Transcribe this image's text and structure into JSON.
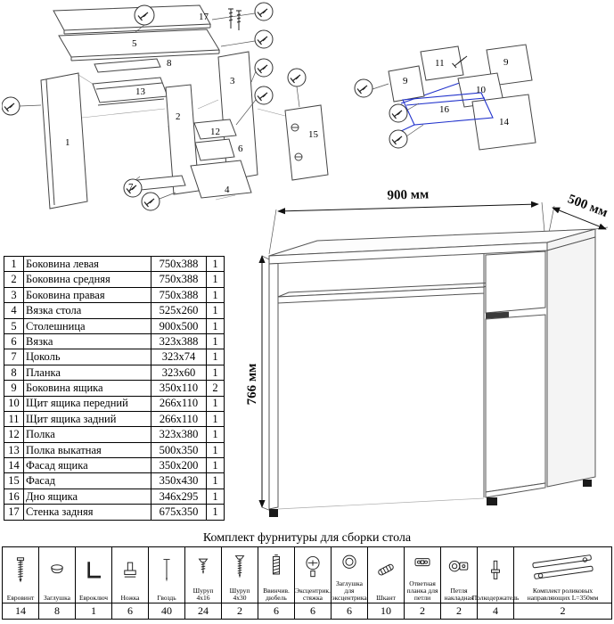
{
  "assembled_view": {
    "dim_width": "900 мм",
    "dim_depth": "500 мм",
    "dim_height": "766 мм"
  },
  "exploded_main": {
    "labels": {
      "p1": "1",
      "p2": "2",
      "p3": "3",
      "p4": "4",
      "p5": "5",
      "p6": "6",
      "p7": "7",
      "p8": "8",
      "p12": "12",
      "p13": "13",
      "p15": "15",
      "p17": "17"
    }
  },
  "exploded_drawer": {
    "labels": {
      "p9a": "9",
      "p9b": "9",
      "p10": "10",
      "p11": "11",
      "p14": "14",
      "p16": "16"
    },
    "highlight_color": "#2233cc"
  },
  "parts_table": {
    "rows": [
      {
        "num": "1",
        "name": "Боковина левая",
        "size": "750x388",
        "qty": "1"
      },
      {
        "num": "2",
        "name": "Боковина средняя",
        "size": "750x388",
        "qty": "1"
      },
      {
        "num": "3",
        "name": "Боковина правая",
        "size": "750x388",
        "qty": "1"
      },
      {
        "num": "4",
        "name": "Вязка стола",
        "size": "525x260",
        "qty": "1"
      },
      {
        "num": "5",
        "name": "Столешница",
        "size": "900x500",
        "qty": "1"
      },
      {
        "num": "6",
        "name": "Вязка",
        "size": "323x388",
        "qty": "1"
      },
      {
        "num": "7",
        "name": "Цоколь",
        "size": "323x74",
        "qty": "1"
      },
      {
        "num": "8",
        "name": "Планка",
        "size": "323x60",
        "qty": "1"
      },
      {
        "num": "9",
        "name": "Боковина ящика",
        "size": "350x110",
        "qty": "2"
      },
      {
        "num": "10",
        "name": "Щит ящика передний",
        "size": "266x110",
        "qty": "1"
      },
      {
        "num": "11",
        "name": "Щит ящика задний",
        "size": "266x110",
        "qty": "1"
      },
      {
        "num": "12",
        "name": "Полка",
        "size": "323x380",
        "qty": "1"
      },
      {
        "num": "13",
        "name": "Полка выкатная",
        "size": "500x350",
        "qty": "1"
      },
      {
        "num": "14",
        "name": "Фасад ящика",
        "size": "350x200",
        "qty": "1"
      },
      {
        "num": "15",
        "name": "Фасад",
        "size": "350x430",
        "qty": "1"
      },
      {
        "num": "16",
        "name": "Дно ящика",
        "size": "346x295",
        "qty": "1"
      },
      {
        "num": "17",
        "name": "Стенка задняя",
        "size": "675x350",
        "qty": "1"
      }
    ]
  },
  "hardware": {
    "title": "Комплект фурнитуры для сборки стола",
    "items": [
      {
        "name": "Евровинт",
        "qty": "14",
        "icon": "confirmat"
      },
      {
        "name": "Заглушка",
        "qty": "8",
        "icon": "cap"
      },
      {
        "name": "Евроключ",
        "qty": "1",
        "icon": "hexkey"
      },
      {
        "name": "Ножка",
        "qty": "6",
        "icon": "leg"
      },
      {
        "name": "Гвоздь",
        "qty": "40",
        "icon": "nail"
      },
      {
        "name": "Шуруп 4х16",
        "qty": "24",
        "icon": "screw-short"
      },
      {
        "name": "Шуруп 4х30",
        "qty": "2",
        "icon": "screw-long"
      },
      {
        "name": "Ввинчив. дюбель",
        "qty": "6",
        "icon": "dowel-screw"
      },
      {
        "name": "Эксцентрик. стяжка",
        "qty": "6",
        "icon": "cam"
      },
      {
        "name": "Заглушка для эксцентрика",
        "qty": "6",
        "icon": "cam-cap"
      },
      {
        "name": "Шкант",
        "qty": "10",
        "icon": "dowel"
      },
      {
        "name": "Ответная планка для петли",
        "qty": "2",
        "icon": "hinge-plate"
      },
      {
        "name": "Петля накладная",
        "qty": "2",
        "icon": "hinge"
      },
      {
        "name": "Полкодержатель",
        "qty": "4",
        "icon": "shelf-pin"
      },
      {
        "name": "Комплект роликовых направляющих L=350мм",
        "qty": "2",
        "icon": "rails"
      }
    ]
  }
}
